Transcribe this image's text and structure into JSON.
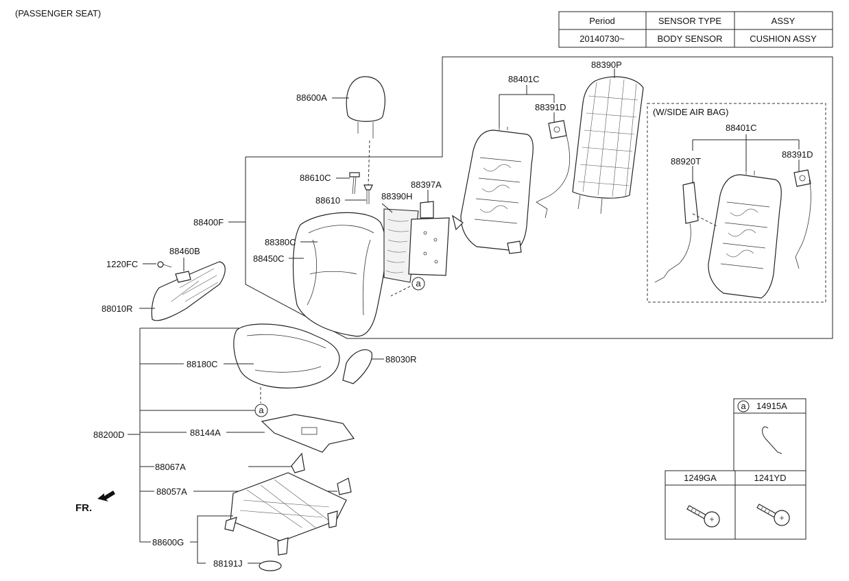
{
  "header": {
    "title": "(PASSENGER SEAT)"
  },
  "spec_table": {
    "headers": [
      "Period",
      "SENSOR TYPE",
      "ASSY"
    ],
    "row": [
      "20140730~",
      "BODY SENSOR",
      "CUSHION ASSY"
    ]
  },
  "inset": {
    "title": "(W/SIDE AIR BAG)"
  },
  "callouts": {
    "headrest": "88600A",
    "guide_c": "88610C",
    "guide": "88610",
    "back_assy": "88400F",
    "back_cover": "88380C",
    "back_cover_2": "88450C",
    "side_cover_screw": "88460B",
    "bolt": "1220FC",
    "side_cover": "88010R",
    "frame": "88401C",
    "sensor": "88391D",
    "back_board": "88390P",
    "back_pad": "88390H",
    "lumbar": "88397A",
    "cushion_assy": "88200D",
    "cushion_cover": "88180C",
    "cushion_side": "88030R",
    "cushion_mat": "88144A",
    "bracket": "88067A",
    "bracket_2": "88057A",
    "track": "88600G",
    "cover_cap": "88191J",
    "inset_frame": "88401C",
    "inset_airbag": "88920T",
    "inset_sensor": "88391D"
  },
  "marker": "a",
  "orientation": "FR.",
  "legend": {
    "top_marker": "a",
    "top_part": "14915A",
    "bottom_left": "1249GA",
    "bottom_right": "1241YD"
  }
}
